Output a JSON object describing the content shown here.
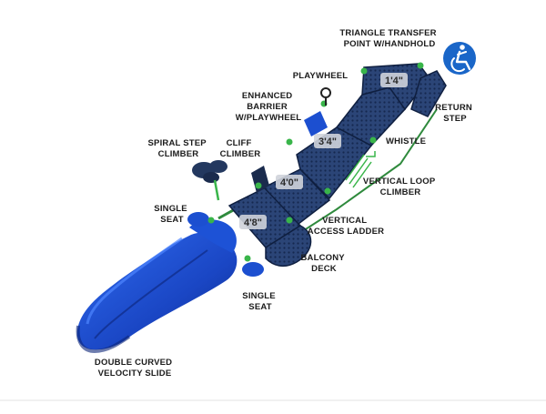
{
  "labels": {
    "triangle_transfer": [
      "TRIANGLE TRANSFER",
      "POINT W/HANDHOLD"
    ],
    "playwheel": [
      "PLAYWHEEL"
    ],
    "enhanced_barrier": [
      "ENHANCED",
      "BARRIER",
      "W/PLAYWHEEL"
    ],
    "return_step": [
      "RETURN",
      "STEP"
    ],
    "spiral_step_climber": [
      "SPIRAL STEP",
      "CLIMBER"
    ],
    "cliff_climber": [
      "CLIFF",
      "CLIMBER"
    ],
    "whistle": [
      "WHISTLE"
    ],
    "vertical_loop_climber": [
      "VERTICAL LOOP",
      "CLIMBER"
    ],
    "single_seat_left": [
      "SINGLE",
      "SEAT"
    ],
    "vertical_access_ladder": [
      "VERTICAL",
      "ACCESS LADDER"
    ],
    "balcony_deck": [
      "BALCONY",
      "DECK"
    ],
    "single_seat_bottom": [
      "SINGLE",
      "SEAT"
    ],
    "slide": [
      "DOUBLE CURVED",
      "VELOCITY SLIDE"
    ]
  },
  "measurements": {
    "deck_1": "1'4\"",
    "deck_2": "3'4\"",
    "deck_3": "4'0\"",
    "deck_4": "4'8\""
  },
  "icons": {
    "accessibility": "accessibility-icon"
  },
  "colors": {
    "deck": "#243a6b",
    "deck_dark": "#142447",
    "slide": "#1c4fd0",
    "slide_dark": "#0d2c8f",
    "post": "#39b54a",
    "accessibility_badge": "#1a66c8"
  }
}
